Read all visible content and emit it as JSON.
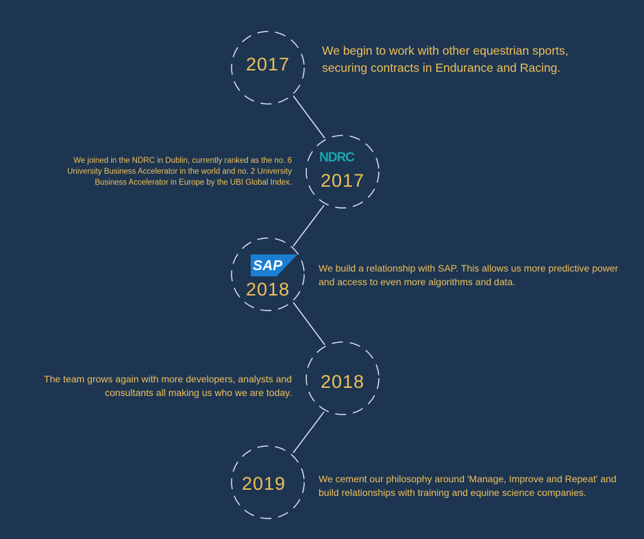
{
  "colors": {
    "background": "#1d3551",
    "accent": "#eec05a",
    "ring": "#dfe6ee",
    "ndrc_teal": "#1aa6b0",
    "sap_blue": "#1a7fd4"
  },
  "timeline": [
    {
      "year": "2017",
      "text": "We begin to work with other equestrian sports, securing contracts in Endurance and Racing.",
      "logo": ""
    },
    {
      "year": "2017",
      "text": "We joined in the NDRC in Dublin, currently ranked as the no. 6 University Business Accelerator in the world and no. 2 University Business Accelerator in Europe by the UBI Global Index.",
      "logo": "NDRC"
    },
    {
      "year": "2018",
      "text": "We build a relationship with SAP. This allows us more predictive power and access to even more algorithms and data.",
      "logo": "SAP"
    },
    {
      "year": "2018",
      "text": "The team grows again with more developers, analysts and consultants all making us who we are today.",
      "logo": ""
    },
    {
      "year": "2019",
      "text": "We cement our philosophy around 'Manage, Improve and Repeat' and build relationships with training and equine science companies.",
      "logo": ""
    }
  ]
}
